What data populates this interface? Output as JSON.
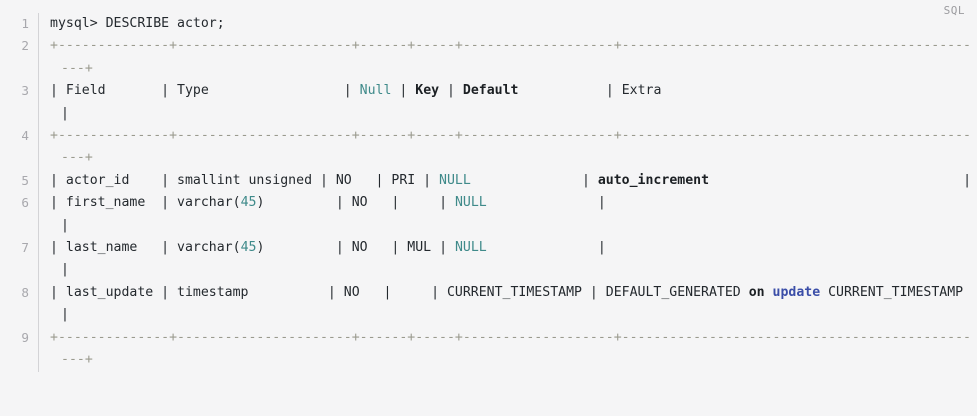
{
  "editor": {
    "language_label": "SQL",
    "colors": {
      "background": "#f5f5f6",
      "text": "#24292e",
      "gutter": "#a8a8ad",
      "rule": "#9a9a8e",
      "teal": "#3f8a8a",
      "keyword": "#3b4ea8",
      "lang_label": "#9b9b9f"
    },
    "line_numbers": [
      "1",
      "2",
      "3",
      "4",
      "5",
      "6",
      "7",
      "8",
      "9"
    ],
    "lines": [
      {
        "number": "1",
        "tokens": [
          {
            "text": "mysql> DESCRIBE actor;",
            "style": "plain"
          }
        ]
      },
      {
        "number": "2",
        "tokens": [
          {
            "text": "+--------------+----------------------+------+-----+-------------------+-----------------------------------------------+",
            "style": "rule"
          }
        ]
      },
      {
        "number": "3",
        "tokens": [
          {
            "text": "| Field       | Type                 | ",
            "style": "plain"
          },
          {
            "text": "Null",
            "style": "teal"
          },
          {
            "text": " | ",
            "style": "plain"
          },
          {
            "text": "Key",
            "style": "bold"
          },
          {
            "text": " | ",
            "style": "plain"
          },
          {
            "text": "Default",
            "style": "bold"
          },
          {
            "text": "           | Extra                                         |",
            "style": "plain"
          }
        ]
      },
      {
        "number": "4",
        "tokens": [
          {
            "text": "+--------------+----------------------+------+-----+-------------------+-----------------------------------------------+",
            "style": "rule"
          }
        ]
      },
      {
        "number": "5",
        "tokens": [
          {
            "text": "| actor_id    | smallint unsigned | NO   | PRI | ",
            "style": "plain"
          },
          {
            "text": "NULL",
            "style": "teal"
          },
          {
            "text": "              | ",
            "style": "plain"
          },
          {
            "text": "auto_increment",
            "style": "bold"
          },
          {
            "text": "                                |",
            "style": "plain"
          }
        ]
      },
      {
        "number": "6",
        "tokens": [
          {
            "text": "| first_name  | varchar(",
            "style": "plain"
          },
          {
            "text": "45",
            "style": "teal"
          },
          {
            "text": ")         | NO   |     | ",
            "style": "plain"
          },
          {
            "text": "NULL",
            "style": "teal"
          },
          {
            "text": "              |                                               |",
            "style": "plain"
          }
        ]
      },
      {
        "number": "7",
        "tokens": [
          {
            "text": "| last_name   | varchar(",
            "style": "plain"
          },
          {
            "text": "45",
            "style": "teal"
          },
          {
            "text": ")         | NO   | MUL | ",
            "style": "plain"
          },
          {
            "text": "NULL",
            "style": "teal"
          },
          {
            "text": "              |                                               |",
            "style": "plain"
          }
        ]
      },
      {
        "number": "8",
        "tokens": [
          {
            "text": "| last_update | timestamp          | NO   |     | CURRENT_TIMESTAMP | DEFAULT_GENERATED ",
            "style": "plain"
          },
          {
            "text": "on",
            "style": "bold"
          },
          {
            "text": " ",
            "style": "plain"
          },
          {
            "text": "update",
            "style": "keyword"
          },
          {
            "text": " CURRENT_TIMESTAMP |",
            "style": "plain"
          }
        ]
      },
      {
        "number": "9",
        "tokens": [
          {
            "text": "+--------------+----------------------+------+-----+-------------------+-----------------------------------------------+",
            "style": "rule"
          }
        ]
      }
    ]
  }
}
